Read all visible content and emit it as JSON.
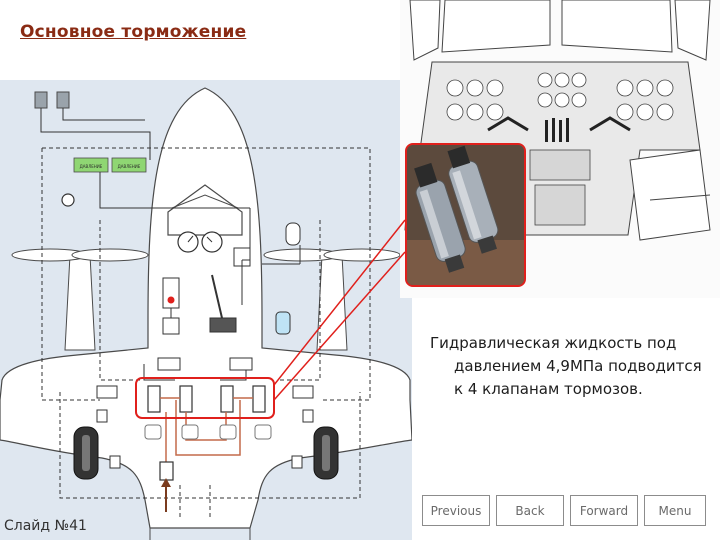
{
  "slide": {
    "title": "Основное торможение",
    "slide_number": "Слайд №41",
    "body_text": "Гидравлическая жидкость под давлением 4,9МПа подводится к 4 клапанам тормозов."
  },
  "diagram": {
    "indicator_labels": [
      "ДАВЛЕНИЕ",
      "ДАВЛЕНИЕ"
    ]
  },
  "navigation": {
    "previous_label": "Previous",
    "back_label": "Back",
    "forward_label": "Forward",
    "menu_label": "Menu"
  },
  "colors": {
    "title": "#8a2b14",
    "highlight": "#e0201c",
    "hydraulic_line": "#c46a4a",
    "diagram_bg": "#dfe7f0"
  }
}
